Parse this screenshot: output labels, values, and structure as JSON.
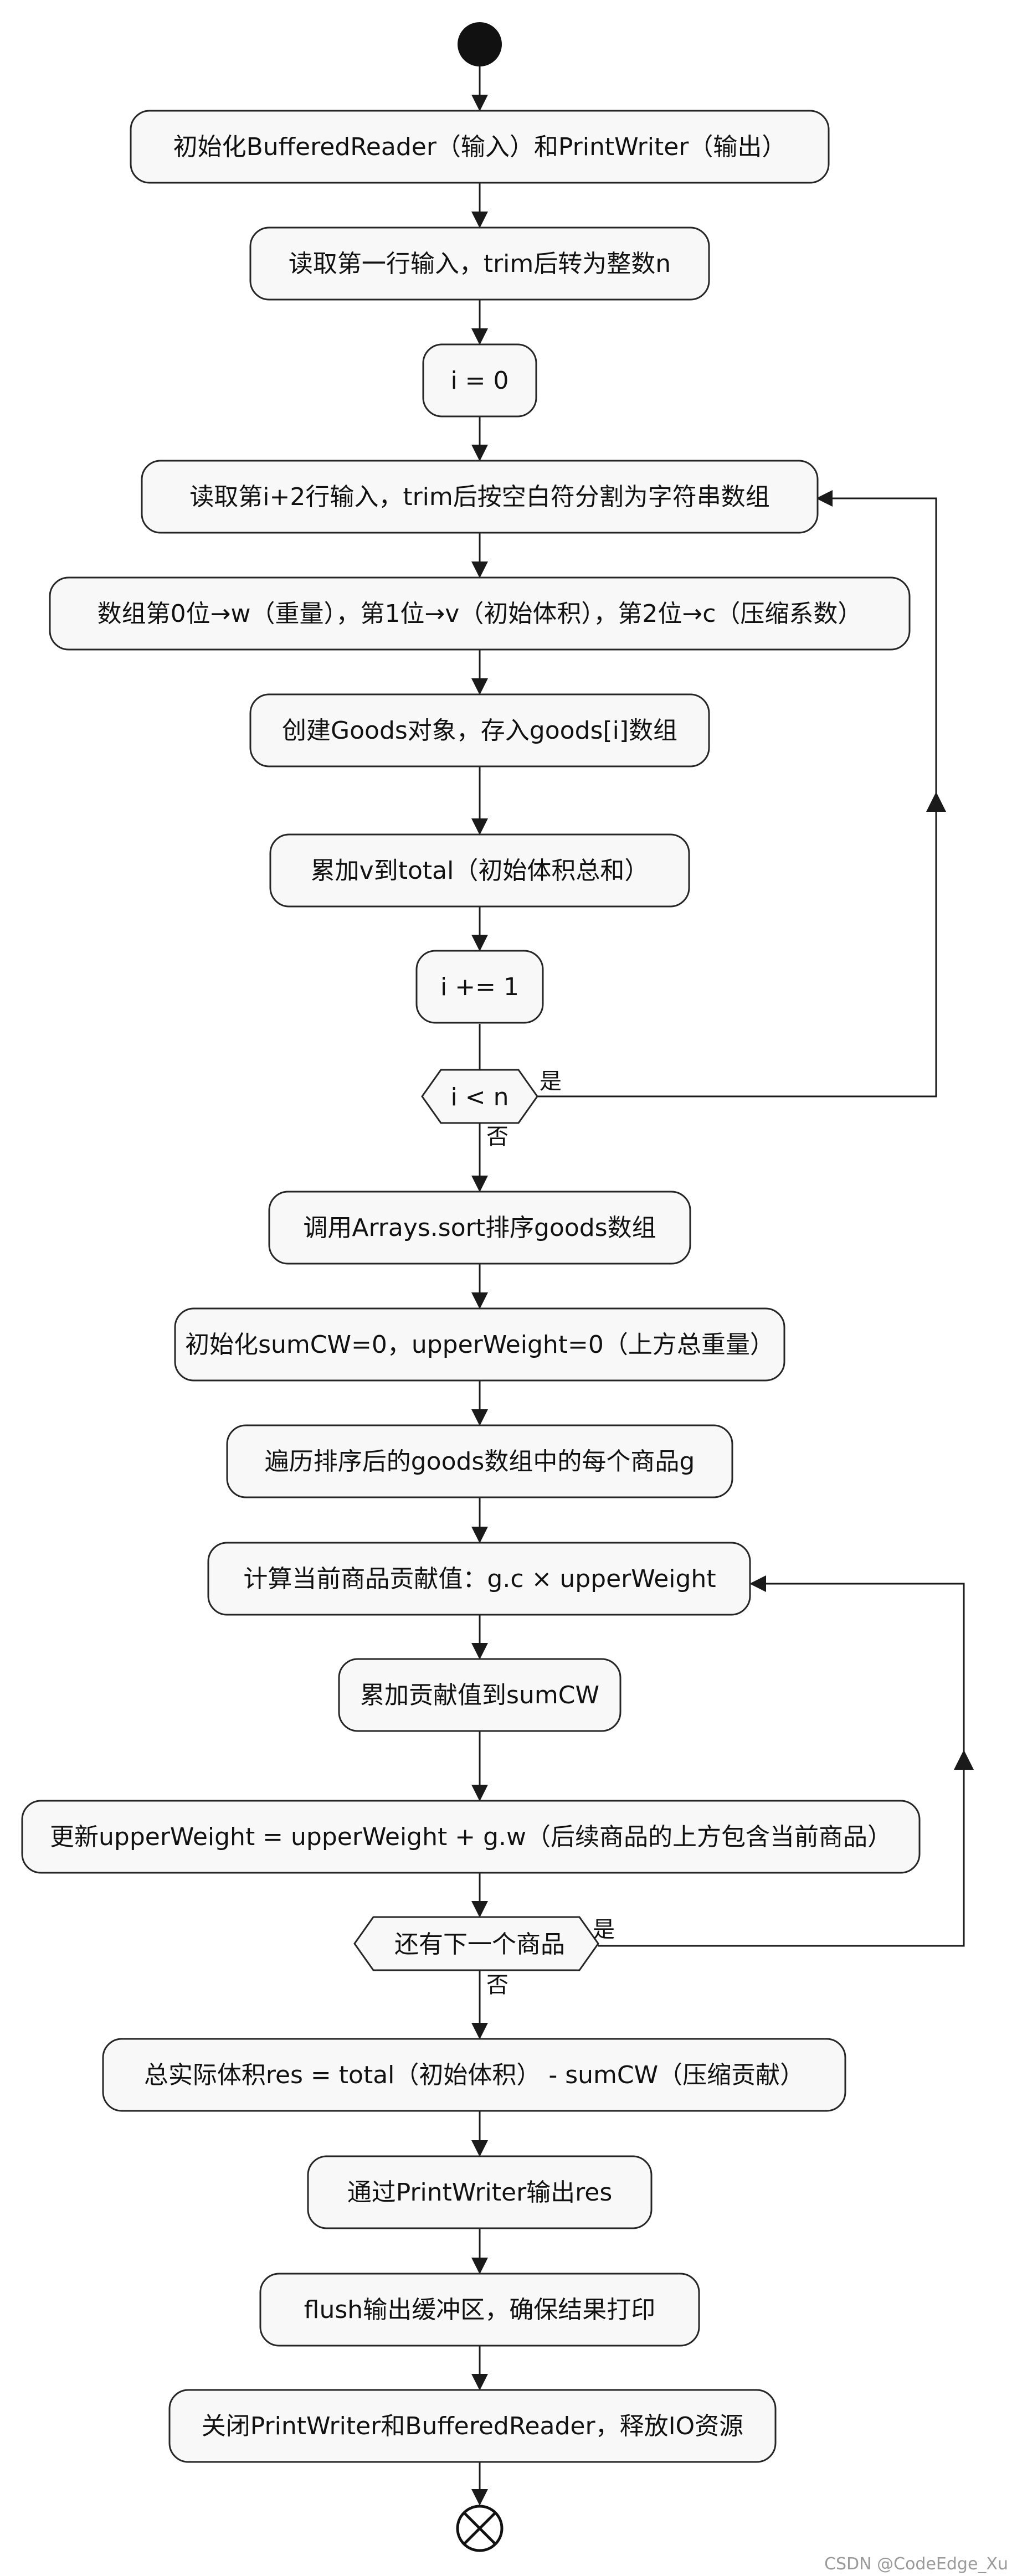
{
  "flow": {
    "steps": [
      "初始化BufferedReader（输入）和PrintWriter（输出）",
      "读取第一行输入，trim后转为整数n",
      "i = 0",
      "读取第i+2行输入，trim后按空白符分割为字符串数组",
      "数组第0位→w（重量），第1位→v（初始体积），第2位→c（压缩系数）",
      "创建Goods对象，存入goods[i]数组",
      "累加v到total（初始体积总和）",
      "i += 1",
      "调用Arrays.sort排序goods数组",
      "初始化sumCW=0，upperWeight=0（上方总重量）",
      "遍历排序后的goods数组中的每个商品g",
      "计算当前商品贡献值：g.c × upperWeight",
      "累加贡献值到sumCW",
      "更新upperWeight = upperWeight + g.w（后续商品的上方包含当前商品）",
      "总实际体积res = total（初始体积） - sumCW（压缩贡献）",
      "通过PrintWriter输出res",
      "flush输出缓冲区，确保结果打印",
      "关闭PrintWriter和BufferedReader，释放IO资源"
    ],
    "decisions": [
      "i < n",
      "还有下一个商品"
    ],
    "yes_label": "是",
    "no_label": "否"
  },
  "watermark": "CSDN @CodeEdge_Xu",
  "colors": {
    "node_fill": "#f8f8f8",
    "stroke": "#262626",
    "start": "#111111"
  }
}
